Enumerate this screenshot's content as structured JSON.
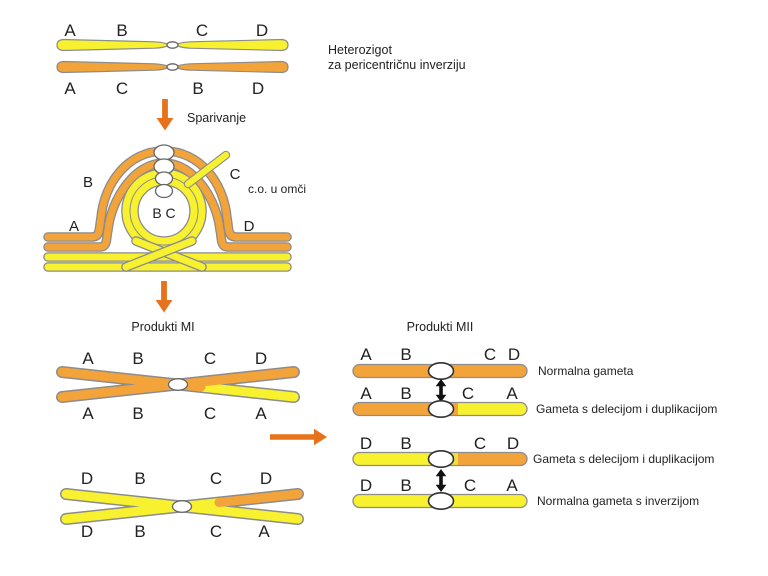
{
  "colors": {
    "orange": "#F2A43A",
    "yellow": "#F8F12F",
    "yellow_dirty": "#EDE040",
    "outline": "#8C8C8C",
    "arrow_orange": "#E8721C",
    "text": "#222222",
    "black_arrow": "#111111"
  },
  "top_pair": {
    "top_labels": [
      "A",
      "B",
      "C",
      "D"
    ],
    "bottom_labels": [
      "A",
      "C",
      "B",
      "D"
    ],
    "caption_line1": "Heterozigot",
    "caption_line2": "za pericentričnu inverziju"
  },
  "pairing": {
    "arrow_label": "Sparivanje",
    "label_a": "A",
    "label_b": "B",
    "label_c": "C",
    "label_d": "D",
    "label_bc": "B C",
    "crossover_label": "c.o. u omči"
  },
  "mi": {
    "title": "Produkti MI",
    "product1_top": [
      "A",
      "B",
      "C",
      "D"
    ],
    "product1_bottom": [
      "A",
      "B",
      "C",
      "A"
    ],
    "product2_top": [
      "D",
      "B",
      "C",
      "D"
    ],
    "product2_bottom": [
      "D",
      "B",
      "C",
      "A"
    ]
  },
  "mii": {
    "title": "Produkti MII",
    "gametes": [
      {
        "labels": [
          "A",
          "B",
          "C",
          "D"
        ],
        "name": "Normalna gameta"
      },
      {
        "labels": [
          "A",
          "B",
          "C",
          "A"
        ],
        "name": "Gameta s delecijom i duplikacijom"
      },
      {
        "labels": [
          "D",
          "B",
          "C",
          "D"
        ],
        "name": "Gameta s delecijom i duplikacijom"
      },
      {
        "labels": [
          "D",
          "B",
          "C",
          "A"
        ],
        "name": "Normalna gameta s inverzijom"
      }
    ]
  }
}
